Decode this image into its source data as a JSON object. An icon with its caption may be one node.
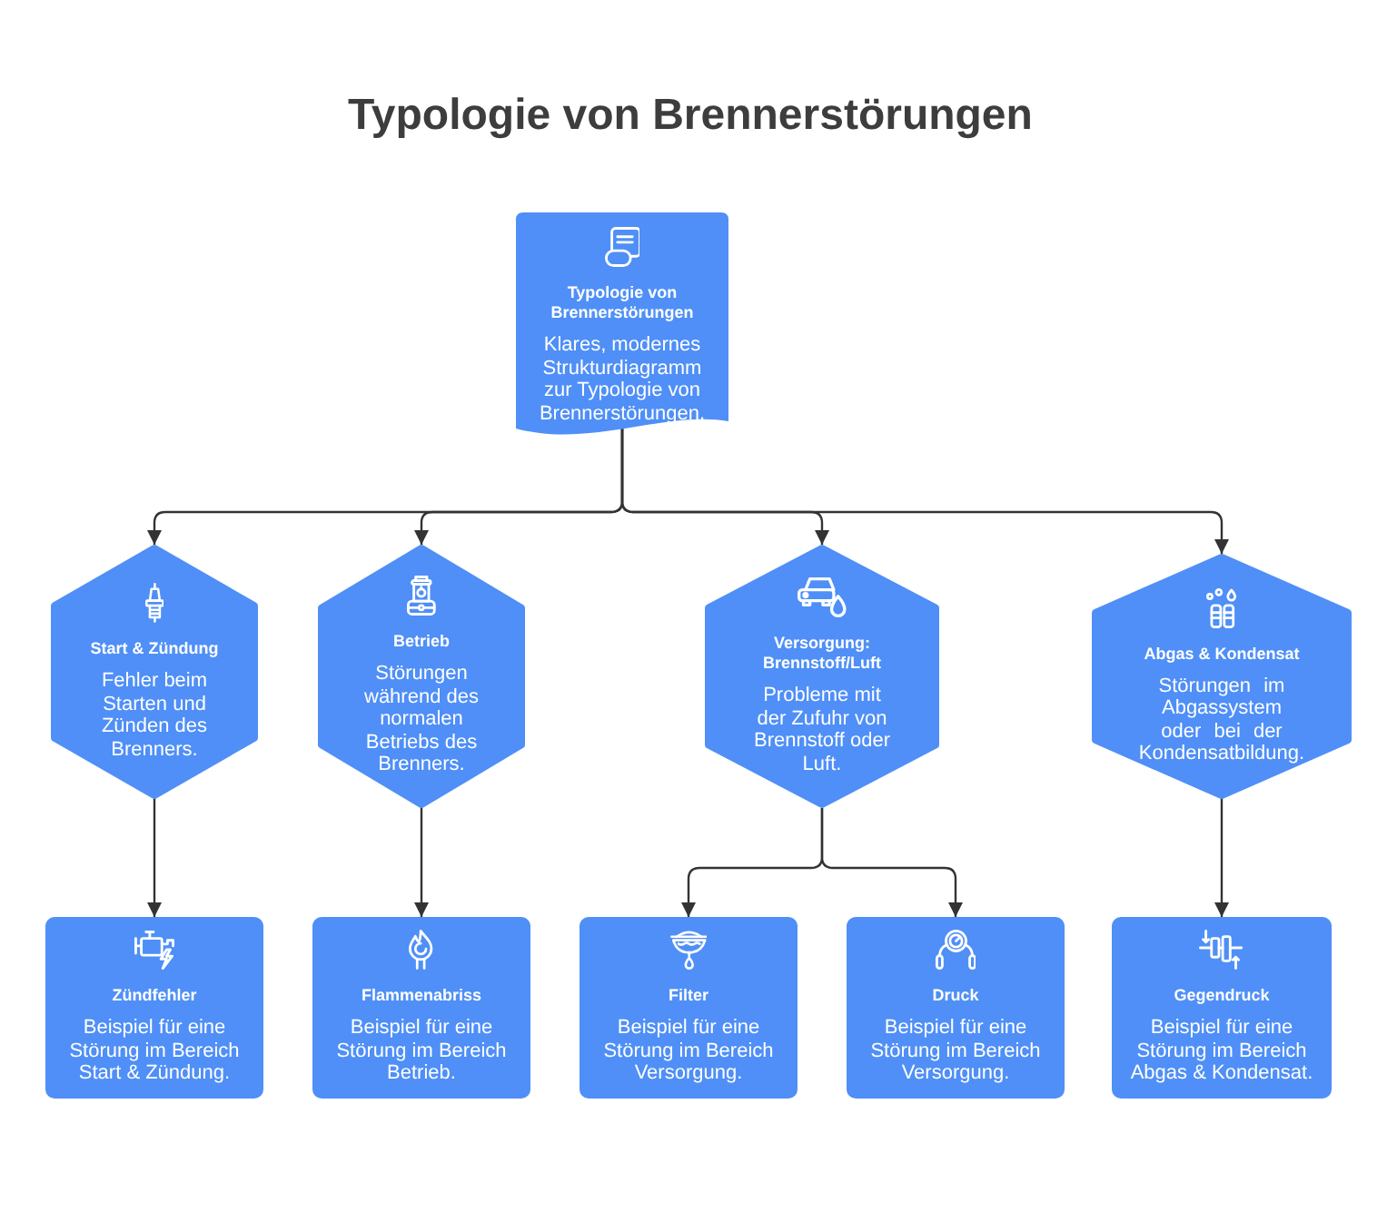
{
  "diagram": {
    "title": "Typologie von Brennerstörungen",
    "nodes": [
      {
        "text": [
          "Typologie von Brennerstörungen",
          "Klares, modernes Strukturdiagramm zur Typologie von Brennerstörungen."
        ]
      },
      {
        "text": [
          "Start & Zündung",
          "Fehler beim Starten und Zünden des Brenners."
        ]
      },
      {
        "text": [
          "Betrieb",
          "Störungen während des normalen Betriebs des Brenners."
        ]
      },
      {
        "text": [
          "Versorgung: Brennstoff/Luft",
          "Probleme mit der Zufuhr von Brennstoff oder Luft."
        ]
      },
      {
        "text": [
          "Abgas & Kondensat",
          "Störungen im Abgassystem oder bei der Kondensatbildung."
        ]
      },
      {
        "text": [
          "Zündfehler",
          "Beispiel für eine Störung im Bereich Start & Zündung."
        ]
      },
      {
        "text": [
          "Flammenabriss",
          "Beispiel für eine Störung im Bereich Betrieb."
        ]
      },
      {
        "text": [
          "Filter",
          "Beispiel für eine Störung im Bereich Versorgung."
        ]
      },
      {
        "text": [
          "Druck",
          "Beispiel für eine Störung im Bereich Versorgung."
        ]
      },
      {
        "text": [
          "Gegendruck",
          "Beispiel für eine Störung im Bereich Abgas & Kondensat."
        ]
      }
    ],
    "edges": [
      {
        "from": 0,
        "to": 1,
        "arrow": "to"
      },
      {
        "from": 0,
        "to": 2,
        "arrow": "to"
      },
      {
        "from": 0,
        "to": 3,
        "arrow": "to"
      },
      {
        "from": 0,
        "to": 4,
        "arrow": "to"
      },
      {
        "from": 1,
        "to": 5,
        "arrow": "to"
      },
      {
        "from": 2,
        "to": 6,
        "arrow": "to"
      },
      {
        "from": 3,
        "to": 7,
        "arrow": "to"
      },
      {
        "from": 3,
        "to": 8,
        "arrow": "to"
      },
      {
        "from": 4,
        "to": 9,
        "arrow": "to"
      }
    ]
  }
}
